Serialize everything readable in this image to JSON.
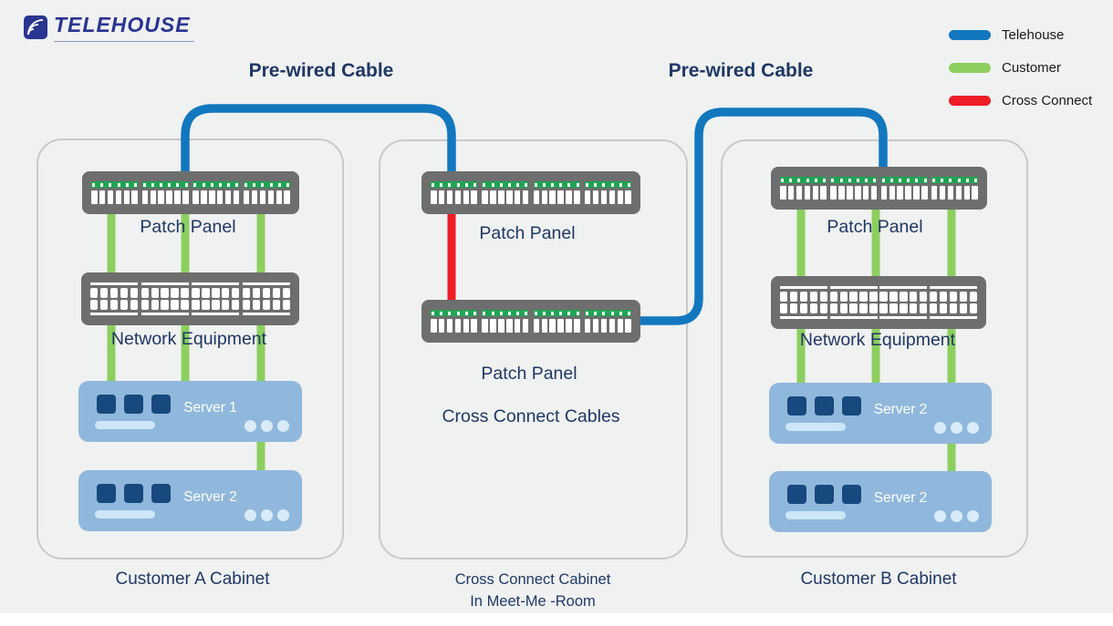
{
  "logo": {
    "text": "TELEHOUSE"
  },
  "legend": {
    "items": [
      {
        "label": "Telehouse",
        "color": "#1277be"
      },
      {
        "label": "Customer",
        "color": "#8ccf5f"
      },
      {
        "label": "Cross Connect",
        "color": "#ee1c25"
      }
    ]
  },
  "cables": {
    "prewired_label_left": "Pre-wired Cable",
    "prewired_label_right": "Pre-wired Cable"
  },
  "cabinet_a": {
    "title": "Customer A Cabinet",
    "patch_panel_label": "Patch Panel",
    "network_equipment_label": "Network Equipment",
    "servers": [
      {
        "label": "Server 1"
      },
      {
        "label": "Server 2"
      }
    ]
  },
  "cabinet_cross": {
    "title_line1": "Cross Connect Cabinet",
    "title_line2": "In Meet-Me -Room",
    "patch_panel_top_label": "Patch Panel",
    "patch_panel_bottom_label": "Patch Panel",
    "cross_connect_label": "Cross Connect Cables"
  },
  "cabinet_b": {
    "title": "Customer B Cabinet",
    "patch_panel_label": "Patch Panel",
    "network_equipment_label": "Network Equipment",
    "servers": [
      {
        "label": "Server 2"
      },
      {
        "label": "Server 2"
      }
    ]
  },
  "colors": {
    "telehouse_blue": "#1277be",
    "customer_green": "#8ccf5f",
    "cross_connect_red": "#ee1c25",
    "panel_gray": "#6e6e6e",
    "port_green": "#1ea453",
    "server_blue": "#90b8dc",
    "server_square_navy": "#17497e",
    "label_navy": "#1f3864",
    "background": "#f0f1f1"
  }
}
